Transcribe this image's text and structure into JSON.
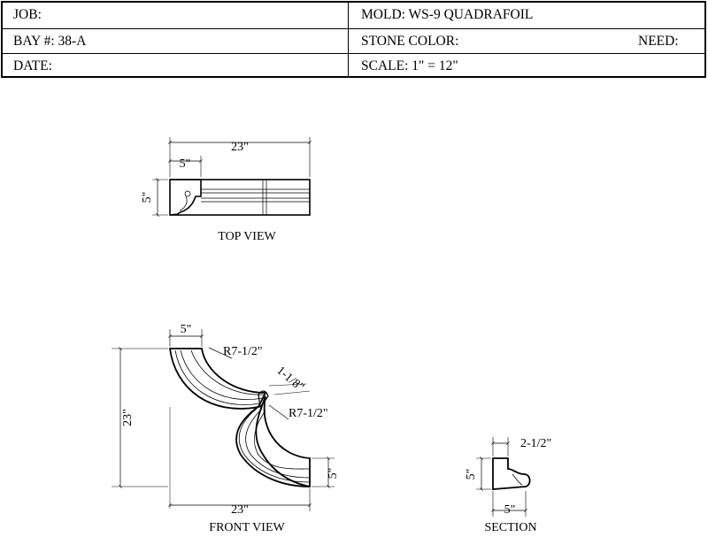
{
  "title_block": {
    "job_label": "JOB:",
    "mold_label": "MOLD: WS-9 QUADRAFOIL",
    "bay_label": "BAY #: 38-A",
    "stone_color_label": "STONE COLOR:",
    "need_label": "NEED:",
    "date_label": "DATE:",
    "scale_label": "SCALE:  1\" = 12\""
  },
  "top_view": {
    "label": "TOP VIEW",
    "dim_overall_width": "23\"",
    "dim_left_width": "5\"",
    "dim_height": "5\""
  },
  "front_view": {
    "label": "FRONT VIEW",
    "dim_top_width": "5\"",
    "dim_radius_upper": "R7-1/2\"",
    "dim_gap": "1-1/8\"",
    "dim_radius_lower": "R7-1/2\"",
    "dim_overall_height": "23\"",
    "dim_overall_width": "23\"",
    "dim_end_height": "5\""
  },
  "section": {
    "label": "SECTION",
    "dim_lip": "2-1/2\"",
    "dim_height": "5\"",
    "dim_width": "5\""
  }
}
